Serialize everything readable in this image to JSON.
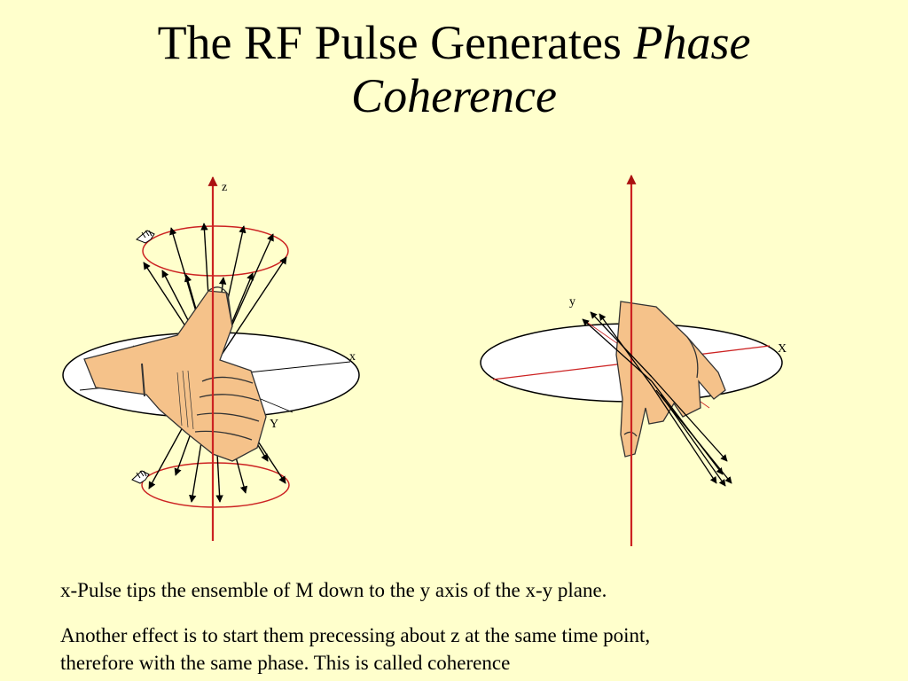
{
  "title": {
    "prefix": "The RF Pulse Generates ",
    "italic": "Phase",
    "line2": "Coherence"
  },
  "diagram": {
    "left_labels": {
      "z": "z",
      "x": "x",
      "y": "Y"
    },
    "right_labels": {
      "y": "y",
      "x": "X"
    }
  },
  "captions": {
    "line1": "x-Pulse tips the ensemble of M down to the y axis of the x-y plane.",
    "line2a": "Another effect is to start them precessing about z at the same time point,",
    "line2b": "therefore with the same phase.  This is called coherence"
  },
  "colors": {
    "background": "#ffffcc",
    "axis": "#cc2222",
    "hand": "#f5c28a",
    "hand_outline": "#333333"
  }
}
